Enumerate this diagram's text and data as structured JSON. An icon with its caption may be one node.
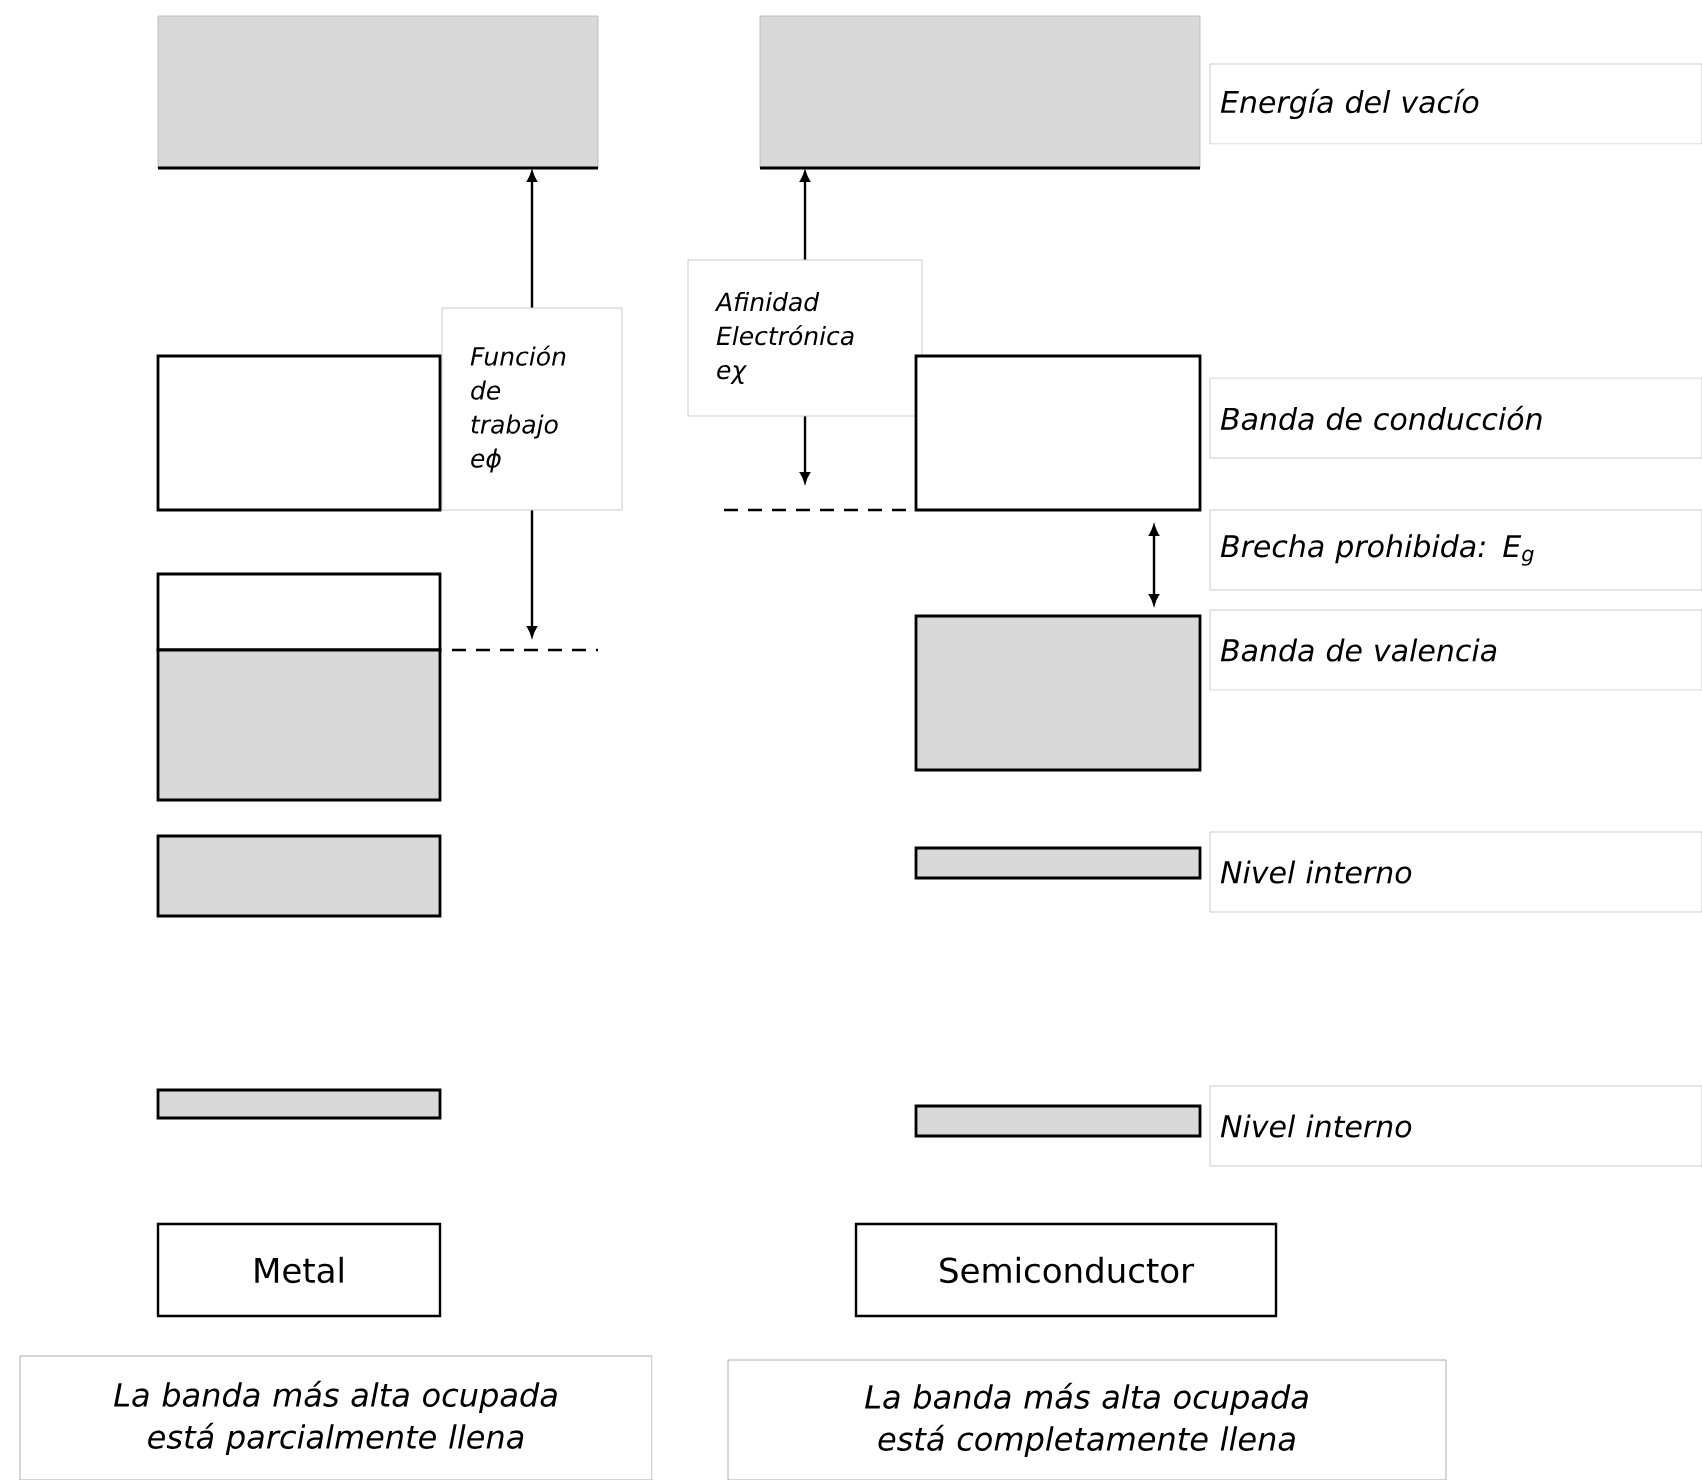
{
  "diagram": {
    "nodes": [
      {
        "text": [],
        "shape": "box"
      },
      {
        "text": [],
        "shape": "box"
      },
      {
        "text": [
          "Energía del vacío"
        ]
      },
      {
        "text": [
          "Afinidad Electrónica eχ"
        ]
      },
      {
        "text": [
          "Función de trabajo eϕ"
        ]
      },
      {
        "text": [],
        "shape": "box"
      },
      {
        "text": [],
        "shape": "box"
      },
      {
        "text": [
          "Banda de conducción"
        ]
      },
      {
        "text": [
          "Brecha prohibida: E$_{g}$"
        ]
      },
      {
        "text": [],
        "shape": "box"
      },
      {
        "text": [],
        "shape": "box"
      },
      {
        "text": [],
        "shape": "box"
      },
      {
        "text": [
          "Banda de valencia"
        ]
      },
      {
        "text": [],
        "shape": "box"
      },
      {
        "text": [],
        "shape": "box"
      },
      {
        "text": [
          "Nivel interno"
        ]
      },
      {
        "text": [],
        "shape": "box"
      },
      {
        "text": [],
        "shape": "box"
      },
      {
        "text": [
          "Nivel interno"
        ]
      },
      {
        "text": [
          "Metal"
        ]
      },
      {
        "text": [
          "Semiconductor"
        ]
      },
      {
        "text": [
          "La banda más alta ocupada está parcialmente llena"
        ]
      },
      {
        "text": [
          "La banda más alta ocupada está completamente llena"
        ]
      }
    ],
    "edges": [
      {
        "from": 4,
        "to": 0,
        "arrow": "to"
      },
      {
        "from": 4,
        "to": null,
        "arrow": "to"
      },
      {
        "from": 3,
        "to": 1,
        "arrow": "to"
      },
      {
        "from": 3,
        "to": null,
        "arrow": "to"
      },
      {
        "from": 6,
        "to": 11,
        "arrow": "both"
      }
    ]
  }
}
